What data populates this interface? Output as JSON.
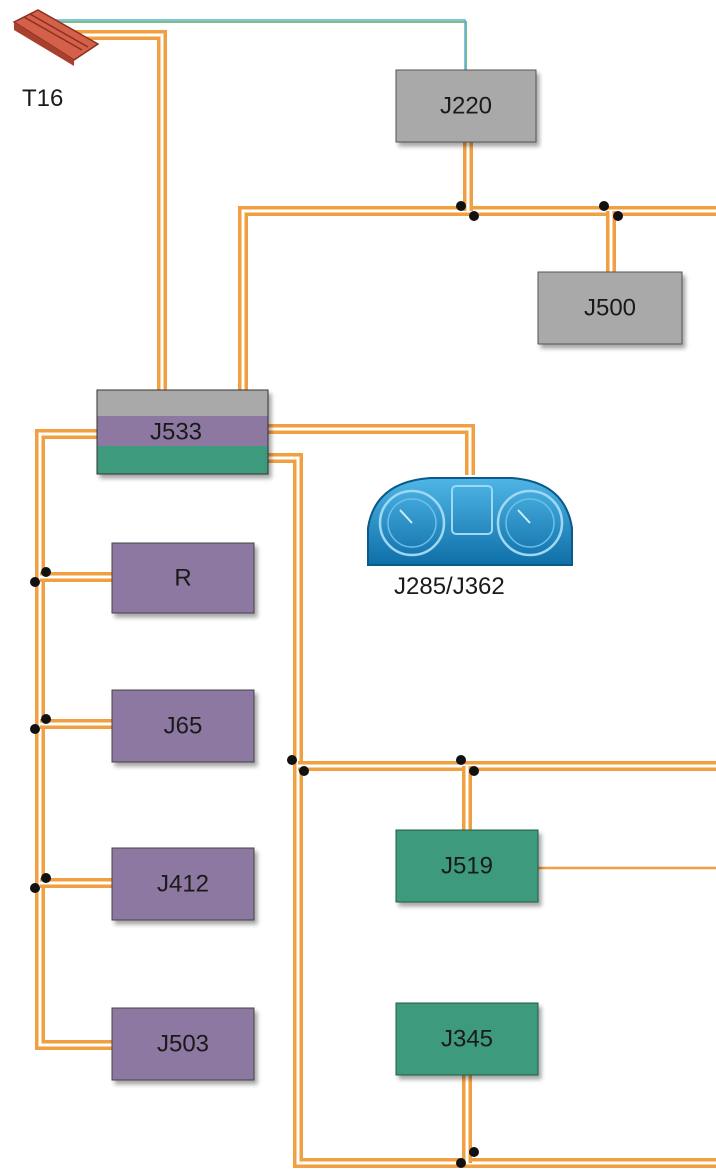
{
  "colors": {
    "bus_orange": "#f0a040",
    "bus_white": "#ffffff",
    "diag_line_blue": "#5ab0d8",
    "diag_line_green": "#7fbf7f",
    "gray_module": "#a9a9a9",
    "purple_module": "#8c78a0",
    "green_module": "#3d9a7c",
    "cluster_blue": "#1e8fc8",
    "connector_red": "#d4604a",
    "junction_black": "#111111"
  },
  "diagnostic_connector": {
    "label": "T16",
    "icon": "obd-connector-icon"
  },
  "gateway": {
    "label": "J533"
  },
  "instrument_cluster": {
    "label": "J285/J362",
    "icon": "instrument-cluster-icon"
  },
  "modules": {
    "j220": "J220",
    "j500": "J500",
    "r": "R",
    "j65": "J65",
    "j412": "J412",
    "j503": "J503",
    "j519": "J519",
    "j345": "J345"
  }
}
